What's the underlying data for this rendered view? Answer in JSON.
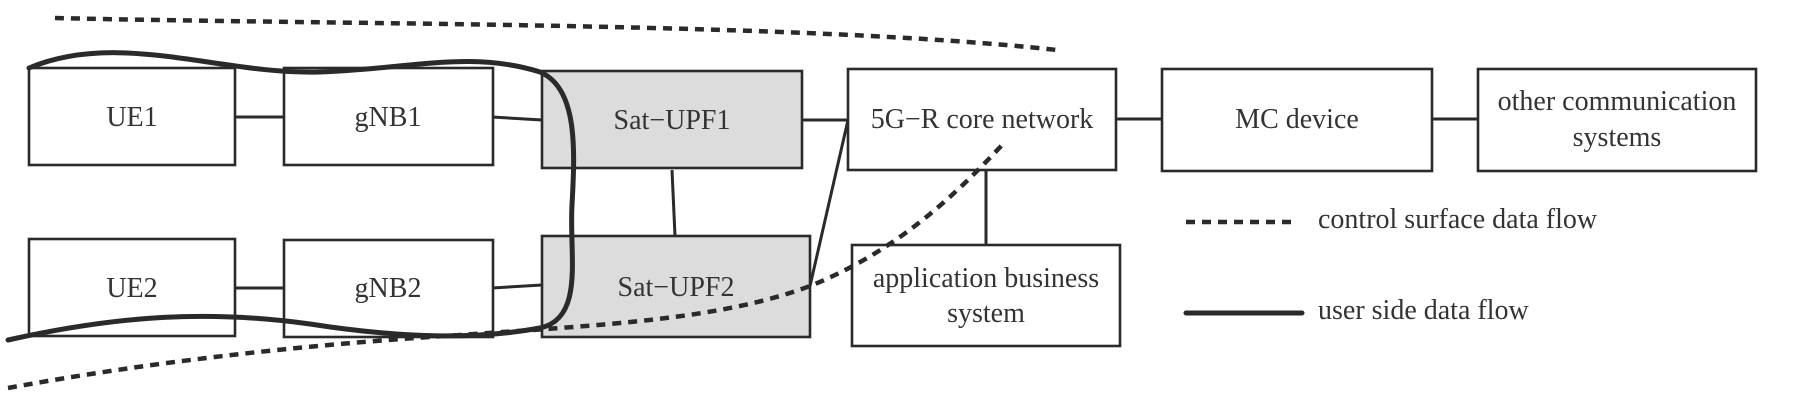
{
  "nodes": {
    "ue1": "UE1",
    "gnb1": "gNB1",
    "sat_upf1": "Sat−UPF1",
    "core": "5G−R core network",
    "mc_device": "MC device",
    "other_systems_line1": "other communication",
    "other_systems_line2": "systems",
    "ue2": "UE2",
    "gnb2": "gNB2",
    "sat_upf2": "Sat−UPF2",
    "app_system_line1": "application business",
    "app_system_line2": "system"
  },
  "legend": {
    "control": "control surface data flow",
    "user": "user side data flow"
  },
  "colors": {
    "line": "#2a2a2a",
    "shaded_fill": "#dcdcdc",
    "text": "#333333"
  }
}
